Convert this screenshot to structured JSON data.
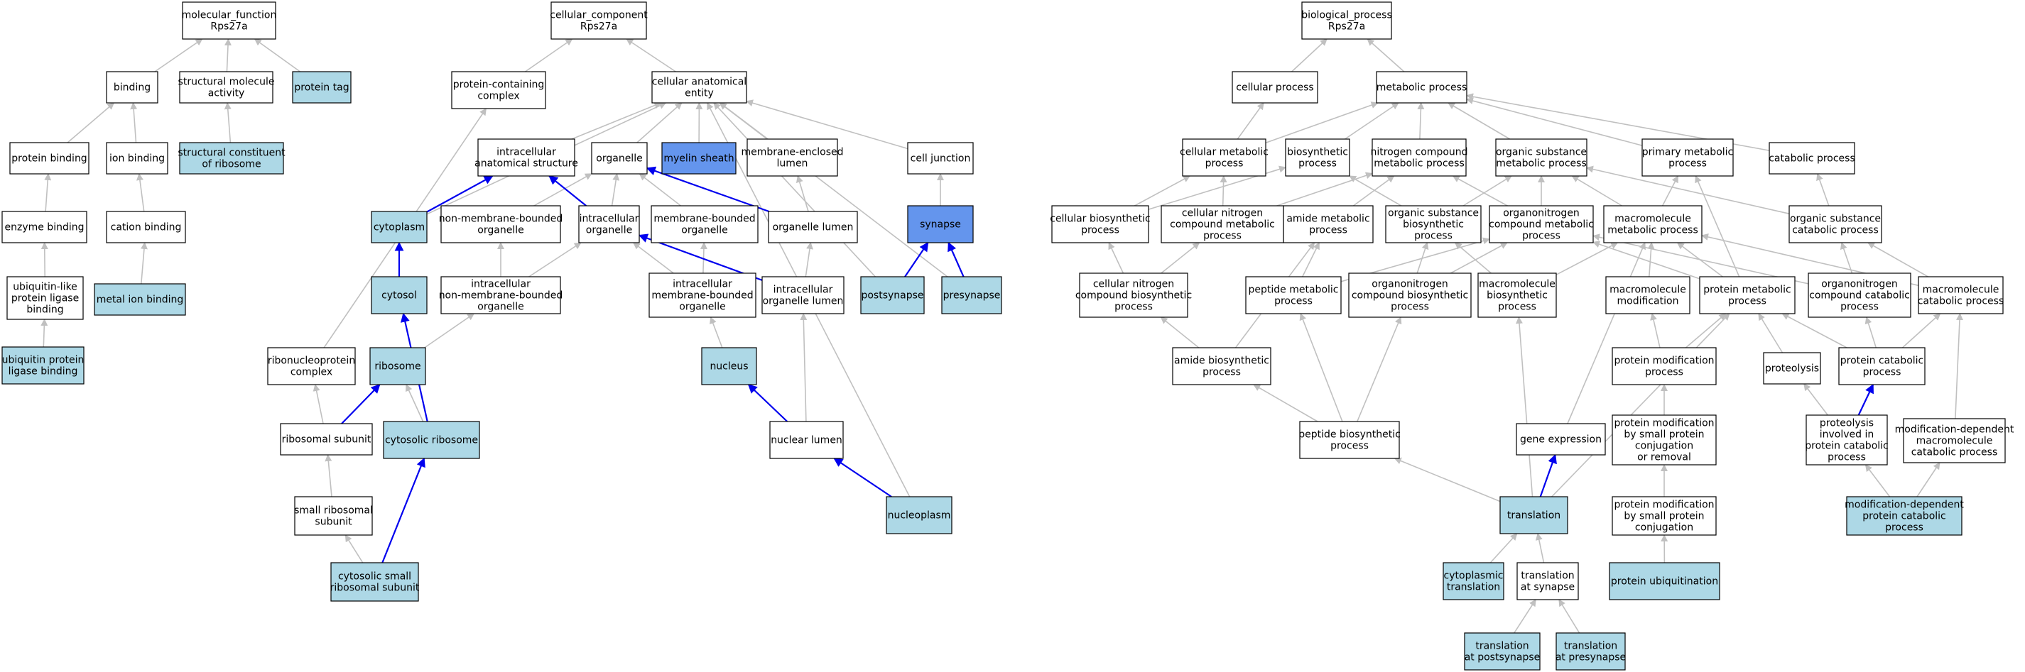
{
  "colors": {
    "plain": "#ffffff",
    "light": "#add8e6",
    "dark": "#6495ed",
    "gray_edge": "#c0c0c0",
    "blue_edge": "#0000ee"
  },
  "nodes": [
    {
      "id": "mf_root",
      "lines": [
        "molecular_function",
        "Rps27a"
      ],
      "fill": "plain"
    },
    {
      "id": "binding",
      "lines": [
        "binding"
      ],
      "fill": "plain"
    },
    {
      "id": "struct_mol_act",
      "lines": [
        "structural molecule",
        "activity"
      ],
      "fill": "plain"
    },
    {
      "id": "protein_tag",
      "lines": [
        "protein tag"
      ],
      "fill": "light"
    },
    {
      "id": "protein_binding",
      "lines": [
        "protein binding"
      ],
      "fill": "plain"
    },
    {
      "id": "ion_binding",
      "lines": [
        "ion binding"
      ],
      "fill": "plain"
    },
    {
      "id": "struct_ribosome",
      "lines": [
        "structural constituent",
        "of ribosome"
      ],
      "fill": "light"
    },
    {
      "id": "enzyme_binding",
      "lines": [
        "enzyme binding"
      ],
      "fill": "plain"
    },
    {
      "id": "cation_binding",
      "lines": [
        "cation binding"
      ],
      "fill": "plain"
    },
    {
      "id": "ubl_ligase_binding",
      "lines": [
        "ubiquitin-like",
        "protein ligase",
        "binding"
      ],
      "fill": "plain"
    },
    {
      "id": "metal_ion_binding",
      "lines": [
        "metal ion binding"
      ],
      "fill": "light"
    },
    {
      "id": "ub_ligase_binding",
      "lines": [
        "ubiquitin protein",
        "ligase binding"
      ],
      "fill": "light"
    },
    {
      "id": "cc_root",
      "lines": [
        "cellular_component",
        "Rps27a"
      ],
      "fill": "plain"
    },
    {
      "id": "prot_cont_complex",
      "lines": [
        "protein-containing",
        "complex"
      ],
      "fill": "plain"
    },
    {
      "id": "cell_anat_entity",
      "lines": [
        "cellular anatomical",
        "entity"
      ],
      "fill": "plain"
    },
    {
      "id": "intracell_anat",
      "lines": [
        "intracellular",
        "anatomical structure"
      ],
      "fill": "plain"
    },
    {
      "id": "organelle",
      "lines": [
        "organelle"
      ],
      "fill": "plain"
    },
    {
      "id": "myelin_sheath",
      "lines": [
        "myelin sheath"
      ],
      "fill": "dark"
    },
    {
      "id": "membrane_encl_lumen",
      "lines": [
        "membrane-enclosed",
        "lumen"
      ],
      "fill": "plain"
    },
    {
      "id": "cell_junction",
      "lines": [
        "cell junction"
      ],
      "fill": "plain"
    },
    {
      "id": "cytoplasm",
      "lines": [
        "cytoplasm"
      ],
      "fill": "light"
    },
    {
      "id": "non_memb_org",
      "lines": [
        "non-membrane-bounded",
        "organelle"
      ],
      "fill": "plain"
    },
    {
      "id": "intracell_org",
      "lines": [
        "intracellular",
        "organelle"
      ],
      "fill": "plain"
    },
    {
      "id": "memb_bound_org",
      "lines": [
        "membrane-bounded",
        "organelle"
      ],
      "fill": "plain"
    },
    {
      "id": "organelle_lumen",
      "lines": [
        "organelle lumen"
      ],
      "fill": "plain"
    },
    {
      "id": "synapse",
      "lines": [
        "synapse"
      ],
      "fill": "dark"
    },
    {
      "id": "cytosol",
      "lines": [
        "cytosol"
      ],
      "fill": "light"
    },
    {
      "id": "intra_non_memb_org",
      "lines": [
        "intracellular",
        "non-membrane-bounded",
        "organelle"
      ],
      "fill": "plain"
    },
    {
      "id": "intra_memb_org",
      "lines": [
        "intracellular",
        "membrane-bounded",
        "organelle"
      ],
      "fill": "plain"
    },
    {
      "id": "intra_org_lumen",
      "lines": [
        "intracellular",
        "organelle lumen"
      ],
      "fill": "plain"
    },
    {
      "id": "postsynapse",
      "lines": [
        "postsynapse"
      ],
      "fill": "light"
    },
    {
      "id": "presynapse",
      "lines": [
        "presynapse"
      ],
      "fill": "light"
    },
    {
      "id": "ribonucleoprotein",
      "lines": [
        "ribonucleoprotein",
        "complex"
      ],
      "fill": "plain"
    },
    {
      "id": "ribosome",
      "lines": [
        "ribosome"
      ],
      "fill": "light"
    },
    {
      "id": "nucleus",
      "lines": [
        "nucleus"
      ],
      "fill": "light"
    },
    {
      "id": "ribosomal_subunit",
      "lines": [
        "ribosomal subunit"
      ],
      "fill": "plain"
    },
    {
      "id": "cytosolic_ribosome",
      "lines": [
        "cytosolic ribosome"
      ],
      "fill": "light"
    },
    {
      "id": "nuclear_lumen",
      "lines": [
        "nuclear lumen"
      ],
      "fill": "plain"
    },
    {
      "id": "small_rib_subunit",
      "lines": [
        "small ribosomal",
        "subunit"
      ],
      "fill": "plain"
    },
    {
      "id": "nucleoplasm",
      "lines": [
        "nucleoplasm"
      ],
      "fill": "light"
    },
    {
      "id": "cyto_small_rib",
      "lines": [
        "cytosolic small",
        "ribosomal subunit"
      ],
      "fill": "light"
    },
    {
      "id": "bp_root",
      "lines": [
        "biological_process",
        "Rps27a"
      ],
      "fill": "plain"
    },
    {
      "id": "cellular_process",
      "lines": [
        "cellular process"
      ],
      "fill": "plain"
    },
    {
      "id": "metabolic_process",
      "lines": [
        "metabolic process"
      ],
      "fill": "plain"
    },
    {
      "id": "cell_metab",
      "lines": [
        "cellular metabolic",
        "process"
      ],
      "fill": "plain"
    },
    {
      "id": "biosynthetic",
      "lines": [
        "biosynthetic",
        "process"
      ],
      "fill": "plain"
    },
    {
      "id": "n_comp_metab",
      "lines": [
        "nitrogen compound",
        "metabolic process"
      ],
      "fill": "plain"
    },
    {
      "id": "org_sub_metab",
      "lines": [
        "organic substance",
        "metabolic process"
      ],
      "fill": "plain"
    },
    {
      "id": "primary_metab",
      "lines": [
        "primary metabolic",
        "process"
      ],
      "fill": "plain"
    },
    {
      "id": "catabolic",
      "lines": [
        "catabolic process"
      ],
      "fill": "plain"
    },
    {
      "id": "cell_biosyn",
      "lines": [
        "cellular biosynthetic",
        "process"
      ],
      "fill": "plain"
    },
    {
      "id": "cell_n_comp_metab",
      "lines": [
        "cellular nitrogen",
        "compound metabolic",
        "process"
      ],
      "fill": "plain"
    },
    {
      "id": "amide_metab",
      "lines": [
        "amide metabolic",
        "process"
      ],
      "fill": "plain"
    },
    {
      "id": "org_sub_biosyn",
      "lines": [
        "organic substance",
        "biosynthetic",
        "process"
      ],
      "fill": "plain"
    },
    {
      "id": "orgn_comp_metab",
      "lines": [
        "organonitrogen",
        "compound metabolic",
        "process"
      ],
      "fill": "plain"
    },
    {
      "id": "macromol_metab",
      "lines": [
        "macromolecule",
        "metabolic process"
      ],
      "fill": "plain"
    },
    {
      "id": "org_sub_catab",
      "lines": [
        "organic substance",
        "catabolic process"
      ],
      "fill": "plain"
    },
    {
      "id": "cell_n_comp_biosyn",
      "lines": [
        "cellular nitrogen",
        "compound biosynthetic",
        "process"
      ],
      "fill": "plain"
    },
    {
      "id": "peptide_metab",
      "lines": [
        "peptide metabolic",
        "process"
      ],
      "fill": "plain"
    },
    {
      "id": "orgn_comp_biosyn",
      "lines": [
        "organonitrogen",
        "compound biosynthetic",
        "process"
      ],
      "fill": "plain"
    },
    {
      "id": "macromol_biosyn",
      "lines": [
        "macromolecule",
        "biosynthetic",
        "process"
      ],
      "fill": "plain"
    },
    {
      "id": "macromol_mod",
      "lines": [
        "macromolecule",
        "modification"
      ],
      "fill": "plain"
    },
    {
      "id": "protein_metab",
      "lines": [
        "protein metabolic",
        "process"
      ],
      "fill": "plain"
    },
    {
      "id": "orgn_comp_catab",
      "lines": [
        "organonitrogen",
        "compound catabolic",
        "process"
      ],
      "fill": "plain"
    },
    {
      "id": "macromol_catab",
      "lines": [
        "macromolecule",
        "catabolic process"
      ],
      "fill": "plain"
    },
    {
      "id": "amide_biosyn",
      "lines": [
        "amide biosynthetic",
        "process"
      ],
      "fill": "plain"
    },
    {
      "id": "protein_mod",
      "lines": [
        "protein modification",
        "process"
      ],
      "fill": "plain"
    },
    {
      "id": "proteolysis",
      "lines": [
        "proteolysis"
      ],
      "fill": "plain"
    },
    {
      "id": "protein_catab",
      "lines": [
        "protein catabolic",
        "process"
      ],
      "fill": "plain"
    },
    {
      "id": "peptide_biosyn",
      "lines": [
        "peptide biosynthetic",
        "process"
      ],
      "fill": "plain"
    },
    {
      "id": "gene_expression",
      "lines": [
        "gene expression"
      ],
      "fill": "plain"
    },
    {
      "id": "pm_small_conj_rem",
      "lines": [
        "protein modification",
        "by small protein",
        "conjugation",
        "or removal"
      ],
      "fill": "plain"
    },
    {
      "id": "proteolysis_catab",
      "lines": [
        "proteolysis",
        "involved in",
        "protein catabolic",
        "process"
      ],
      "fill": "plain"
    },
    {
      "id": "mod_dep_macro_catab",
      "lines": [
        "modification-dependent",
        "macromolecule",
        "catabolic process"
      ],
      "fill": "plain"
    },
    {
      "id": "translation",
      "lines": [
        "translation"
      ],
      "fill": "light"
    },
    {
      "id": "pm_small_conj",
      "lines": [
        "protein modification",
        "by small protein",
        "conjugation"
      ],
      "fill": "plain"
    },
    {
      "id": "mod_dep_prot_catab",
      "lines": [
        "modification-dependent",
        "protein catabolic",
        "process"
      ],
      "fill": "light"
    },
    {
      "id": "cyto_translation",
      "lines": [
        "cytoplasmic",
        "translation"
      ],
      "fill": "light"
    },
    {
      "id": "translation_synapse",
      "lines": [
        "translation",
        "at synapse"
      ],
      "fill": "plain"
    },
    {
      "id": "protein_ubiq",
      "lines": [
        "protein ubiquitination"
      ],
      "fill": "light"
    },
    {
      "id": "translation_post",
      "lines": [
        "translation",
        "at postsynapse"
      ],
      "fill": "light"
    },
    {
      "id": "translation_pre",
      "lines": [
        "translation",
        "at presynapse"
      ],
      "fill": "light"
    }
  ],
  "edges": [
    [
      "binding",
      "mf_root",
      "gray"
    ],
    [
      "struct_mol_act",
      "mf_root",
      "gray"
    ],
    [
      "protein_tag",
      "mf_root",
      "gray"
    ],
    [
      "protein_binding",
      "binding",
      "gray"
    ],
    [
      "ion_binding",
      "binding",
      "gray"
    ],
    [
      "struct_ribosome",
      "struct_mol_act",
      "gray"
    ],
    [
      "enzyme_binding",
      "protein_binding",
      "gray"
    ],
    [
      "cation_binding",
      "ion_binding",
      "gray"
    ],
    [
      "ubl_ligase_binding",
      "enzyme_binding",
      "gray"
    ],
    [
      "metal_ion_binding",
      "cation_binding",
      "gray"
    ],
    [
      "ub_ligase_binding",
      "ubl_ligase_binding",
      "gray"
    ],
    [
      "prot_cont_complex",
      "cc_root",
      "gray"
    ],
    [
      "cell_anat_entity",
      "cc_root",
      "gray"
    ],
    [
      "intracell_anat",
      "cell_anat_entity",
      "gray"
    ],
    [
      "organelle",
      "cell_anat_entity",
      "gray"
    ],
    [
      "myelin_sheath",
      "cell_anat_entity",
      "gray"
    ],
    [
      "membrane_encl_lumen",
      "cell_anat_entity",
      "gray"
    ],
    [
      "cell_junction",
      "cell_anat_entity",
      "gray"
    ],
    [
      "cytoplasm",
      "cell_anat_entity",
      "gray"
    ],
    [
      "postsynapse",
      "cell_anat_entity",
      "gray"
    ],
    [
      "presynapse",
      "cell_anat_entity",
      "gray"
    ],
    [
      "nucleoplasm",
      "cell_anat_entity",
      "gray"
    ],
    [
      "cytoplasm",
      "intracell_anat",
      "blue"
    ],
    [
      "non_memb_org",
      "organelle",
      "gray"
    ],
    [
      "intracell_org",
      "organelle",
      "gray"
    ],
    [
      "memb_bound_org",
      "organelle",
      "gray"
    ],
    [
      "intracell_org",
      "intracell_anat",
      "blue"
    ],
    [
      "organelle_lumen",
      "organelle",
      "blue"
    ],
    [
      "organelle_lumen",
      "membrane_encl_lumen",
      "gray"
    ],
    [
      "synapse",
      "cell_junction",
      "gray"
    ],
    [
      "cytosol",
      "cytoplasm",
      "blue"
    ],
    [
      "intra_non_memb_org",
      "non_memb_org",
      "gray"
    ],
    [
      "intra_non_memb_org",
      "intracell_org",
      "gray"
    ],
    [
      "intra_memb_org",
      "intracell_org",
      "gray"
    ],
    [
      "intra_memb_org",
      "memb_bound_org",
      "gray"
    ],
    [
      "intra_org_lumen",
      "organelle_lumen",
      "gray"
    ],
    [
      "intra_org_lumen",
      "intracell_org",
      "blue"
    ],
    [
      "postsynapse",
      "synapse",
      "blue"
    ],
    [
      "presynapse",
      "synapse",
      "blue"
    ],
    [
      "ribonucleoprotein",
      "prot_cont_complex",
      "gray"
    ],
    [
      "ribosome",
      "intra_non_memb_org",
      "gray"
    ],
    [
      "nucleus",
      "intra_memb_org",
      "gray"
    ],
    [
      "ribosomal_subunit",
      "ribonucleoprotein",
      "gray"
    ],
    [
      "ribosomal_subunit",
      "ribosome",
      "blue"
    ],
    [
      "cytosolic_ribosome",
      "ribosome",
      "gray"
    ],
    [
      "cytosolic_ribosome",
      "cytosol",
      "blue"
    ],
    [
      "nuclear_lumen",
      "nucleus",
      "blue"
    ],
    [
      "nuclear_lumen",
      "intra_org_lumen",
      "gray"
    ],
    [
      "small_rib_subunit",
      "ribosomal_subunit",
      "gray"
    ],
    [
      "nucleoplasm",
      "nuclear_lumen",
      "blue"
    ],
    [
      "cyto_small_rib",
      "small_rib_subunit",
      "gray"
    ],
    [
      "cyto_small_rib",
      "cytosolic_ribosome",
      "blue"
    ],
    [
      "cellular_process",
      "bp_root",
      "gray"
    ],
    [
      "metabolic_process",
      "bp_root",
      "gray"
    ],
    [
      "cell_metab",
      "metabolic_process",
      "gray"
    ],
    [
      "cell_metab",
      "cellular_process",
      "gray"
    ],
    [
      "biosynthetic",
      "metabolic_process",
      "gray"
    ],
    [
      "n_comp_metab",
      "metabolic_process",
      "gray"
    ],
    [
      "org_sub_metab",
      "metabolic_process",
      "gray"
    ],
    [
      "primary_metab",
      "metabolic_process",
      "gray"
    ],
    [
      "catabolic",
      "metabolic_process",
      "gray"
    ],
    [
      "cell_biosyn",
      "cell_metab",
      "gray"
    ],
    [
      "cell_biosyn",
      "biosynthetic",
      "gray"
    ],
    [
      "cell_n_comp_metab",
      "cell_metab",
      "gray"
    ],
    [
      "cell_n_comp_metab",
      "n_comp_metab",
      "gray"
    ],
    [
      "amide_metab",
      "n_comp_metab",
      "gray"
    ],
    [
      "org_sub_biosyn",
      "biosynthetic",
      "gray"
    ],
    [
      "org_sub_biosyn",
      "org_sub_metab",
      "gray"
    ],
    [
      "orgn_comp_metab",
      "n_comp_metab",
      "gray"
    ],
    [
      "orgn_comp_metab",
      "org_sub_metab",
      "gray"
    ],
    [
      "macromol_metab",
      "org_sub_metab",
      "gray"
    ],
    [
      "macromol_metab",
      "primary_metab",
      "gray"
    ],
    [
      "org_sub_catab",
      "catabolic",
      "gray"
    ],
    [
      "org_sub_catab",
      "org_sub_metab",
      "gray"
    ],
    [
      "cell_n_comp_biosyn",
      "cell_biosyn",
      "gray"
    ],
    [
      "cell_n_comp_biosyn",
      "cell_n_comp_metab",
      "gray"
    ],
    [
      "peptide_metab",
      "amide_metab",
      "gray"
    ],
    [
      "peptide_metab",
      "orgn_comp_metab",
      "gray"
    ],
    [
      "orgn_comp_biosyn",
      "org_sub_biosyn",
      "gray"
    ],
    [
      "orgn_comp_biosyn",
      "orgn_comp_metab",
      "gray"
    ],
    [
      "macromol_biosyn",
      "org_sub_biosyn",
      "gray"
    ],
    [
      "macromol_biosyn",
      "macromol_metab",
      "gray"
    ],
    [
      "macromol_mod",
      "macromol_metab",
      "gray"
    ],
    [
      "protein_metab",
      "macromol_metab",
      "gray"
    ],
    [
      "protein_metab",
      "orgn_comp_metab",
      "gray"
    ],
    [
      "protein_metab",
      "primary_metab",
      "gray"
    ],
    [
      "orgn_comp_catab",
      "orgn_comp_metab",
      "gray"
    ],
    [
      "orgn_comp_catab",
      "org_sub_catab",
      "gray"
    ],
    [
      "macromol_catab",
      "macromol_metab",
      "gray"
    ],
    [
      "macromol_catab",
      "org_sub_catab",
      "gray"
    ],
    [
      "amide_biosyn",
      "cell_n_comp_biosyn",
      "gray"
    ],
    [
      "amide_biosyn",
      "amide_metab",
      "gray"
    ],
    [
      "protein_mod",
      "protein_metab",
      "gray"
    ],
    [
      "protein_mod",
      "macromol_mod",
      "gray"
    ],
    [
      "proteolysis",
      "protein_metab",
      "gray"
    ],
    [
      "protein_catab",
      "protein_metab",
      "gray"
    ],
    [
      "protein_catab",
      "orgn_comp_catab",
      "gray"
    ],
    [
      "protein_catab",
      "macromol_catab",
      "gray"
    ],
    [
      "peptide_biosyn",
      "amide_biosyn",
      "gray"
    ],
    [
      "peptide_biosyn",
      "peptide_metab",
      "gray"
    ],
    [
      "peptide_biosyn",
      "orgn_comp_biosyn",
      "gray"
    ],
    [
      "gene_expression",
      "macromol_metab",
      "gray"
    ],
    [
      "pm_small_conj_rem",
      "protein_mod",
      "gray"
    ],
    [
      "proteolysis_catab",
      "proteolysis",
      "gray"
    ],
    [
      "proteolysis_catab",
      "protein_catab",
      "blue"
    ],
    [
      "mod_dep_macro_catab",
      "macromol_catab",
      "gray"
    ],
    [
      "translation",
      "peptide_biosyn",
      "gray"
    ],
    [
      "translation",
      "gene_expression",
      "blue"
    ],
    [
      "translation",
      "macromol_biosyn",
      "gray"
    ],
    [
      "translation",
      "protein_metab",
      "gray"
    ],
    [
      "pm_small_conj",
      "pm_small_conj_rem",
      "gray"
    ],
    [
      "mod_dep_prot_catab",
      "proteolysis_catab",
      "gray"
    ],
    [
      "mod_dep_prot_catab",
      "mod_dep_macro_catab",
      "gray"
    ],
    [
      "cyto_translation",
      "translation",
      "gray"
    ],
    [
      "translation_synapse",
      "translation",
      "gray"
    ],
    [
      "protein_ubiq",
      "pm_small_conj",
      "gray"
    ],
    [
      "translation_post",
      "translation_synapse",
      "gray"
    ],
    [
      "translation_pre",
      "translation_synapse",
      "gray"
    ]
  ]
}
